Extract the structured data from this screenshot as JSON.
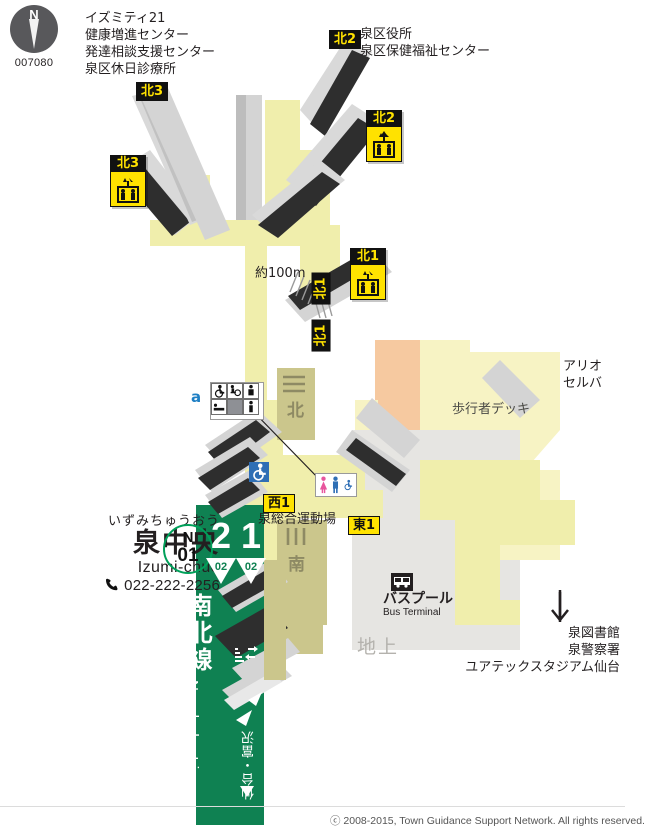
{
  "meta": {
    "map_id": "007080",
    "compass_label": "N",
    "copyright": "ⓒ 2008-2015, Town Guidance Support Network. All rights reserved."
  },
  "station": {
    "kana": "いずみちゅうおう",
    "name_jp": "泉中央",
    "name_en": "Izumi-chuo",
    "phone": "022-222-2256",
    "phone_icon": "telephone-icon",
    "code_letter": "N",
    "code_number": "01",
    "line_jp": "南北線",
    "line_en": "Namboku Line",
    "direction_jp": "仙台・富沢"
  },
  "platforms": [
    {
      "number": "2",
      "track_code": "02"
    },
    {
      "number": "1",
      "track_code": "02"
    }
  ],
  "exits": {
    "north3_sign": {
      "code": "北3",
      "pictogram": "elevator-icon"
    },
    "north2_sign": {
      "code": "北2",
      "pictogram": "elevator-icon"
    },
    "north1_sign": {
      "code": "北1",
      "pictogram": "elevator-icon"
    },
    "north3_tag": "北3",
    "north2_tag": "北2",
    "north1_tag_a": "北1",
    "north1_tag_b": "北1",
    "west1_tag": "西1",
    "east1_tag": "東1"
  },
  "poi": {
    "northwest": [
      "イズミティ21",
      "健康増進センター",
      "発達相談支援センター",
      "泉区休日診療所"
    ],
    "northeast": [
      "泉区役所",
      "泉区保健福祉センター"
    ],
    "east_top": [
      "アリオ",
      "セルバ"
    ],
    "southeast": [
      "泉図書館",
      "泉警察署",
      "ユアテックスタジアム仙台"
    ],
    "west1_label": "泉総合運動場",
    "pedestrian_deck": "歩行者デッキ",
    "bus_terminal_jp": "バスプール",
    "bus_terminal_en": "Bus Terminal",
    "ground_level": "地上",
    "concourse_north": "北",
    "concourse_south": "南",
    "scale_note": "約100m"
  },
  "facility_cluster": {
    "letter": "a",
    "icons": [
      "wheelchair-icon",
      "accessible-toilet-icon",
      "baby-changing-icon",
      "ostomate-icon",
      "blank-cell",
      "nursing-room-icon"
    ]
  },
  "toilets": {
    "icons": [
      "womens-toilet-icon",
      "mens-toilet-icon",
      "accessible-toilet-icon"
    ]
  },
  "accessible_badge": "wheelchair-icon",
  "escalator_icon": "escalator-icon",
  "colors": {
    "line_green": "#0f8152",
    "exit_yellow": "#ffe200",
    "corridor_yellow": "#f0eeac",
    "deck_yellow": "#f7f3c4",
    "building_orange": "#f6c9a0",
    "concourse_olive": "#cbc68c",
    "accessible_blue": "#2f6fb5",
    "marker_blue": "#1e7fc4"
  }
}
